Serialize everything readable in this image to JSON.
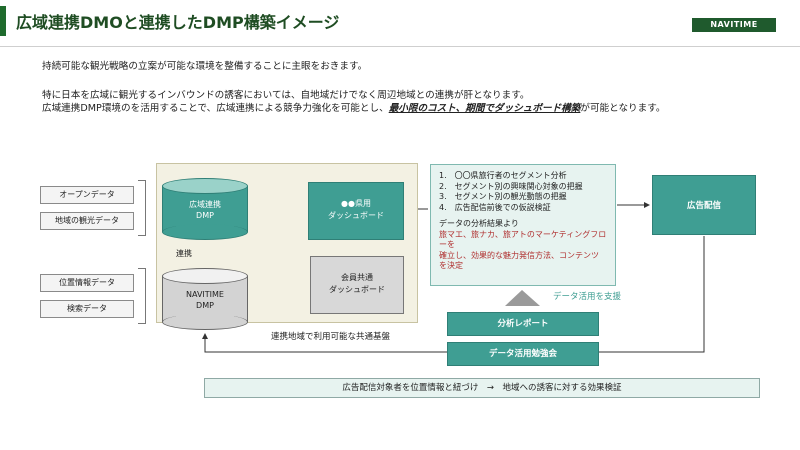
{
  "header": {
    "title": "広域連携DMOと連携したDMP構築イメージ",
    "logo_text": "NAVITIME"
  },
  "intro": {
    "line1": "持続可能な観光戦略の立案が可能な環境を整備することに主眼をおきます。",
    "line2": "特に日本を広域に観光するインバウンドの誘客においては、自地域だけでなく周辺地域との連携が肝となります。",
    "line3_before": "広域連携DMP環境のを活用することで、広域連携による競争力強化を可能とし、",
    "line3_highlight": "最小限のコスト、期間でダッシュボード構築",
    "line3_after": "が可能となります。"
  },
  "sources": {
    "open_data": "オープンデータ",
    "regional_tourism_data": "地域の観光データ",
    "location_data": "位置情報データ",
    "search_data": "検索データ"
  },
  "dmo_dmp": {
    "line1": "広域連携",
    "line2": "DMP"
  },
  "navitime_dmp": {
    "line1": "NAVITIME",
    "line2": "DMP"
  },
  "link_label": "連携",
  "dashboard_pref": {
    "line1": "●●県用",
    "line2": "ダッシュボード"
  },
  "dashboard_common": {
    "line1": "会員共通",
    "line2": "ダッシュボード"
  },
  "infra_label": "連携地域で利用可能な共通基盤",
  "analysis": {
    "items": [
      "1.　〇〇県旅行者のセグメント分析",
      "2.　セグメント別の興味関心対象の把握",
      "3.　セグメント別の観光動態の把握",
      "4.　広告配信前後での仮説検証"
    ],
    "result_label": "データの分析結果より",
    "result_lines": [
      "旅マエ、旅ナカ、旅アトのマーケティングフローを",
      "確立し、効果的な魅力発信方法、コンテンツ",
      "を決定"
    ]
  },
  "ad_delivery": "広告配信",
  "support_label": "データ活用を支援",
  "report_button": "分析レポート",
  "study_button": "データ活用勉強会",
  "bottom_bar": "広告配信対象者を位置情報と紐づけ　→　地域への誘客に対する効果検証",
  "colors": {
    "teal": "#3f9e93",
    "title_green": "#1f4d23",
    "result_red": "#b03030"
  }
}
